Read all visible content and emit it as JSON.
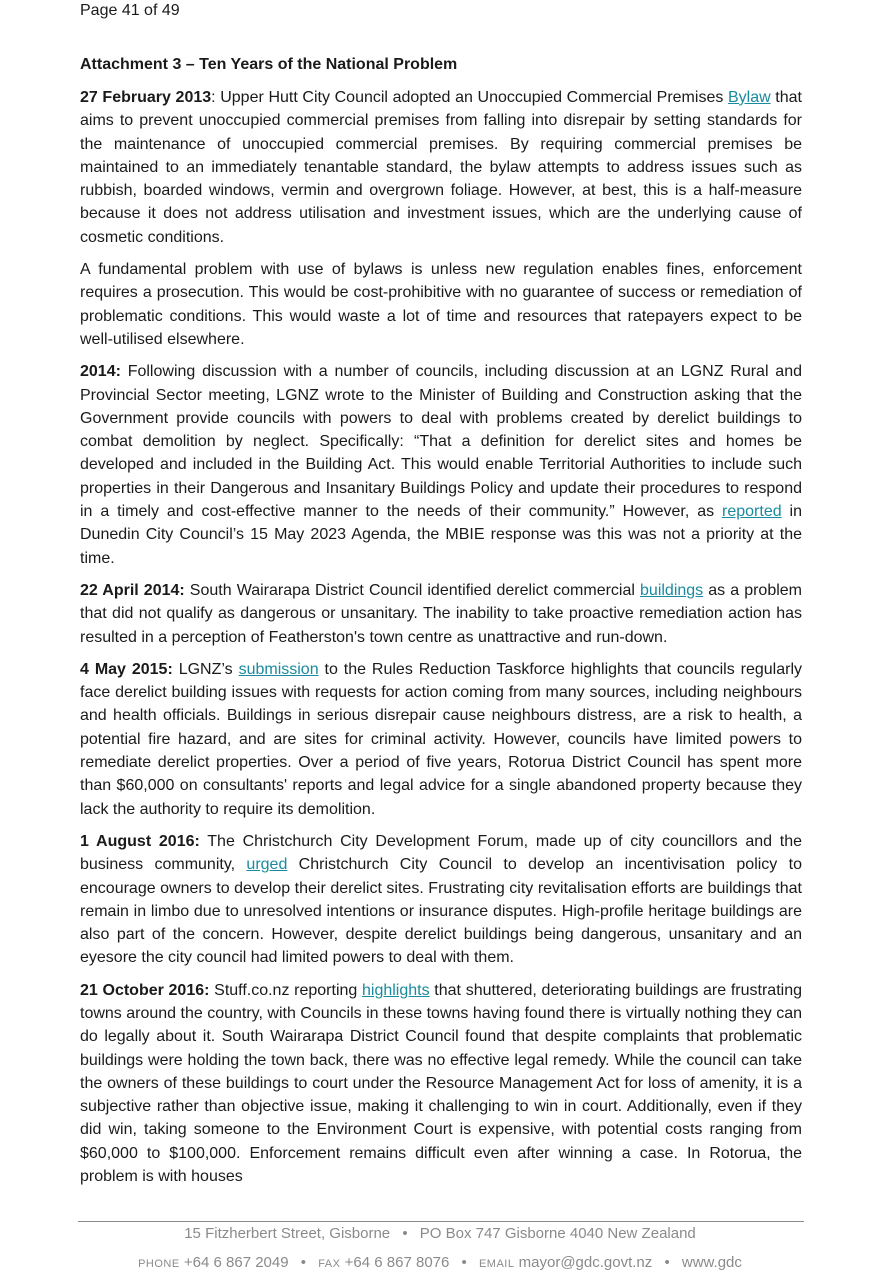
{
  "page_number": "Page 41 of 49",
  "heading": "Attachment 3 – Ten Years of the National Problem",
  "paragraphs": [
    {
      "id": "p1",
      "date": "27 February 2013",
      "segments": [
        {
          "text": ": Upper Hutt City Council adopted an Unoccupied Commercial Premises "
        },
        {
          "text": "Bylaw",
          "link": true
        },
        {
          "text": " that aims to prevent unoccupied commercial premises from falling into disrepair by setting standards for the maintenance of unoccupied commercial premises. By requiring commercial premises be maintained to an immediately tenantable standard, the bylaw attempts to address issues such as rubbish, boarded windows, vermin and overgrown foliage. However, at best, this is a half-measure because it does not address utilisation and investment issues, which are the underlying cause of cosmetic conditions."
        }
      ]
    },
    {
      "id": "p2",
      "date": "",
      "segments": [
        {
          "text": "A fundamental problem with use of bylaws is unless new regulation enables fines, enforcement requires a prosecution. This would be cost-prohibitive with no guarantee of success or remediation of problematic conditions. This would waste a lot of time and resources that ratepayers expect to be well-utilised elsewhere."
        }
      ]
    },
    {
      "id": "p3",
      "date": "2014:",
      "segments": [
        {
          "text": " Following discussion with a number of councils, including discussion at an LGNZ Rural and Provincial Sector meeting, LGNZ wrote to the Minister of Building and Construction asking that the Government provide councils with powers to deal with problems created by derelict buildings to combat demolition by neglect. Specifically: “That a definition for derelict sites and homes be developed and included in the Building Act. This would enable Territorial Authorities to include such properties in their Dangerous and Insanitary Buildings Policy and update their procedures to respond in a timely and cost-effective manner to the needs of their community.” However, as "
        },
        {
          "text": "reported",
          "link": true
        },
        {
          "text": " in Dunedin City Council’s 15 May 2023 Agenda, the MBIE response was this was not a priority at the time."
        }
      ]
    },
    {
      "id": "p4",
      "date": "22 April 2014:",
      "segments": [
        {
          "text": " South Wairarapa District Council identified derelict commercial "
        },
        {
          "text": "buildings",
          "link": true
        },
        {
          "text": " as a problem that did not qualify as dangerous or unsanitary. The inability to take proactive remediation action has resulted in a perception of Featherston's town centre as unattractive and run-down."
        }
      ]
    },
    {
      "id": "p5",
      "date": "4 May 2015:",
      "segments": [
        {
          "text": " LGNZ’s "
        },
        {
          "text": "submission",
          "link": true
        },
        {
          "text": " to the Rules Reduction Taskforce highlights that councils regularly face derelict building issues with requests for action coming from many sources, including neighbours and health officials. Buildings in serious disrepair cause neighbours distress, are a risk to health, a potential fire hazard, and are sites for criminal activity. However, councils have limited powers to remediate derelict properties. Over a period of five years, Rotorua District Council has spent more than $60,000 on consultants' reports and legal advice for a single abandoned property because they lack the authority to require its demolition."
        }
      ]
    },
    {
      "id": "p6",
      "date": "1 August 2016:",
      "segments": [
        {
          "text": " The Christchurch City Development Forum, made up of city councillors and the business community, "
        },
        {
          "text": "urged",
          "link": true
        },
        {
          "text": " Christchurch City Council to develop an incentivisation policy to encourage owners to develop their derelict sites. Frustrating city revitalisation efforts are buildings that remain in limbo due to unresolved intentions or insurance disputes. High-profile heritage buildings are also part of the concern. However, despite derelict buildings being dangerous, unsanitary and an eyesore the city council had limited powers to deal with them."
        }
      ]
    },
    {
      "id": "p7",
      "date": "21 October 2016:",
      "segments": [
        {
          "text": " Stuff.co.nz reporting "
        },
        {
          "text": "highlights",
          "link": true
        },
        {
          "text": " that shuttered, deteriorating buildings are frustrating towns around the country, with Councils in these towns having found there is virtually nothing they can do legally about it. South Wairarapa District Council found that despite complaints that problematic buildings were holding the town back, there was no effective legal remedy. While the council can take the owners of these buildings to court under the Resource Management Act for loss of amenity, it is a subjective rather than objective issue, making it challenging to win in court. Additionally, even if they did win, taking someone to the Environment Court is expensive, with potential costs ranging from $60,000 to $100,000. Enforcement remains difficult even after winning a case. In Rotorua, the problem is with houses"
        }
      ]
    }
  ],
  "footer": {
    "address_street": "15 Fitzherbert Street, Gisborne",
    "address_po": "PO Box 747 Gisborne 4040 New Zealand",
    "bullet": "•",
    "phone_label": "PHONE",
    "phone": "+64 6 867 2049",
    "fax_label": "FAX",
    "fax": "+64 6 867 8076",
    "email_label": "EMAIL",
    "email": "mayor@gdc.govt.nz",
    "website": "www.gdc"
  },
  "colors": {
    "link": "#1a8a9e",
    "text": "#1a1a1a",
    "footer": "#8a8a8a"
  }
}
